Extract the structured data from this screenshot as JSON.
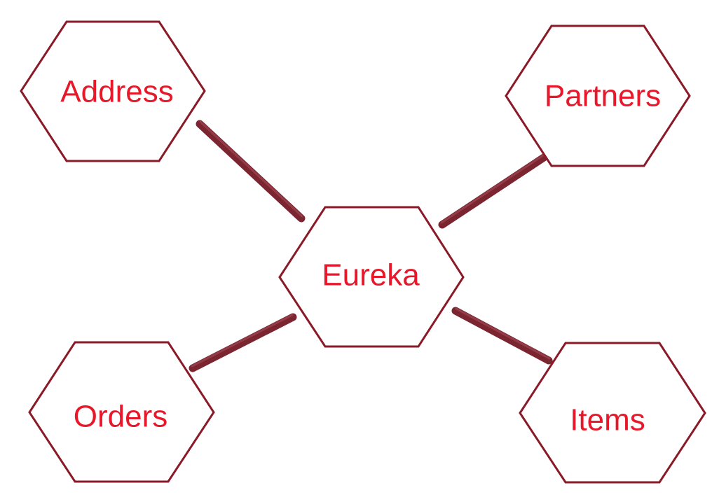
{
  "diagram": {
    "center": {
      "label": "Eureka"
    },
    "nodes": {
      "address": {
        "label": "Address"
      },
      "partners": {
        "label": "Partners"
      },
      "orders": {
        "label": "Orders"
      },
      "items": {
        "label": "Items"
      }
    },
    "colors": {
      "label_text": "#e8182b",
      "hex_outline": "#8b1a28",
      "connector": "#7a2530",
      "background": "#ffffff"
    }
  }
}
